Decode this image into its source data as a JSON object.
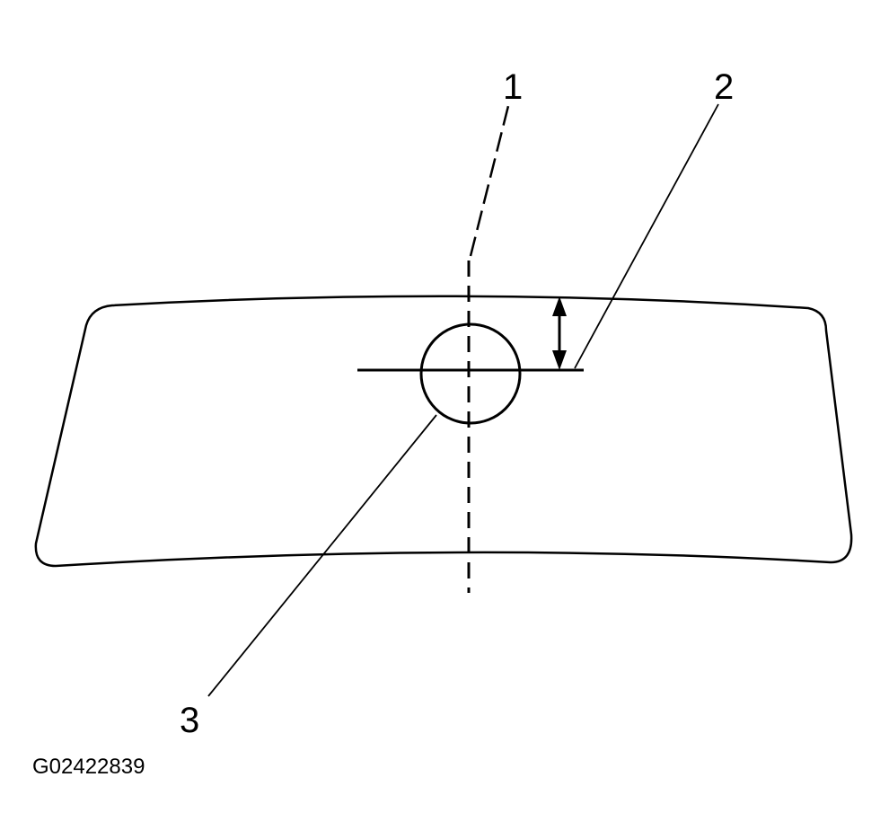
{
  "callouts": {
    "one": "1",
    "two": "2",
    "three": "3"
  },
  "figure_code": "G02422839",
  "colors": {
    "stroke": "#000000",
    "background": "#ffffff"
  }
}
